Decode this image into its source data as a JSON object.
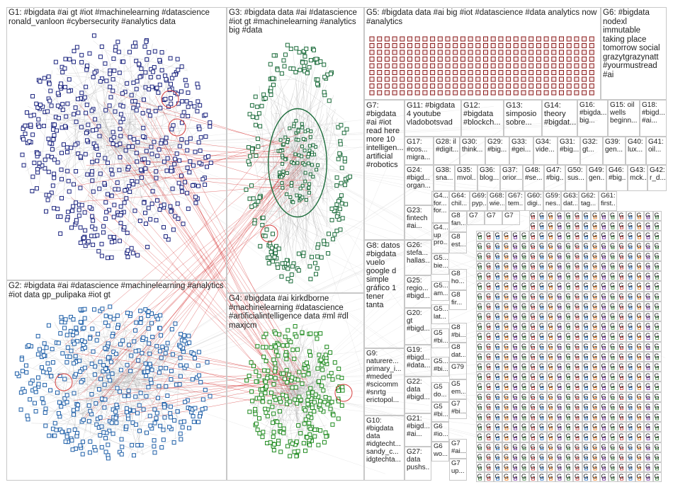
{
  "groups": {
    "G1": "G1: #bigdata #ai gt #iot #machinelearning #datascience ronald_vanloon #cybersecurity #analytics data",
    "G2": "G2: #bigdata #ai #datascience #machinelearning #analytics #iot data gp_pulipaka #iot gt",
    "G3": "G3: #bigdata data #ai #datascience #iot gt #machinelearning #analytics big #data",
    "G4": "G4: #bigdata #ai kirkdborne #machinelearning #datascience #artificialintelligence data #ml #dl maxjcm",
    "G5": "G5: #bigdata data #ai big #iot #datascience #data analytics now #analytics",
    "G6": "G6: #bigdata\nnodexl immutable\ntaking place\ntomorrow social\ngrazytgrazynatt\n#yourmustread\n#ai",
    "G7": "G7:\n#bigdata\n#ai #iot\nread here\nmore 10\nintelligen...\nartificial\n#robotics",
    "G8": "G8: datos\n#bigdata\nvuelo\ngoogle d\nsimple\ngráfico 1\ntener tanta",
    "G9": "G9:\nnaturere...\nprimary_i...\n#meded\n#scicomm\n#snrtg\nerictopol...",
    "G10": "G10:\n#bigdata\ndata\n#idgtecht...\nsandy_c...\nidgtechta...",
    "G11": "G11: #bigdata\n4 youtube\nvladobotsvad",
    "G12": "G12:\n#bigdata\n#blockch...",
    "G13": "G13:\nsimposio\nsobre...",
    "G14": "G14:\ntheory\n#bigdat...",
    "G15": "G15: oil\nwells\nbeginn...",
    "G16": "G16:\n#bigda...\nbig...",
    "G17": "G17:\n#cos...\nmigra...",
    "G18": "G18:\n#bigd...\n#ai...",
    "G19": "G19:\n#bigd...\n#data...",
    "G20": "G20:\ngt\n#bigd...",
    "G21": "G21:\n#bigd...\n#ai...",
    "G22": "G22:\ndata\n#bigd...",
    "G23": "G23:\nfintech\n#ai...",
    "G24": "G24:\n#bigd...\norgan...",
    "G25": "G25:\nregio...\n#bigd...",
    "G26": "G26:\nstefa...\nhallas...",
    "G27": "G27:\ndata\npushs...",
    "G28": "G28: il\n#digit...",
    "G29": "G29:\n#big...",
    "G30": "G30:\nthink...",
    "G31": "G31:\n#big...",
    "G32": "G32:\ngt...",
    "G33": "G33:\n#gei...",
    "G34": "G34:\nvide...",
    "G35": "G35:\nmvol...",
    "G36": "G36:\nblog...",
    "G37": "G37:\norior...",
    "G38": "G38:\nsna...",
    "G39": "G39:\ngen...",
    "G40": "G40:\nlux...",
    "G41": "G41:\noil...",
    "G42": "G42:\nr_d...",
    "G43": "G43:\nmck...",
    "G46": "G46:\n#big...",
    "G47": "G47:\n#big...",
    "G48": "G48:\n#se...",
    "G49": "G49:\ngen...",
    "G50": "G50:\nsus...",
    "G59": "G59:\nnes...",
    "G60": "G60:\ndigi...",
    "G61": "G61:\nfirst...",
    "G62": "G62:\ntag...",
    "G63": "G63:\ndat...",
    "G64": "G64:\nchil...",
    "G67": "G67:\ntem...",
    "G68": "G68:\nwie...",
    "G69": "G69:\npyp...",
    "G79": "G79"
  },
  "small_labels": [
    "G4...\nfor...\nfor...",
    "G4...\nup\npro...",
    "G8\nfan...",
    "G8\nest...",
    "G5...\nbie...",
    "G5...\nam...",
    "G8\nho...",
    "G8\nfir...",
    "G5...\nlat...",
    "G5\n#bi...",
    "G5...\n#bi...",
    "G5\ndo...",
    "G5\nem...",
    "G7\n#bi...",
    "G5\n#bi...",
    "G6\n#io...",
    "G6\nwo...",
    "G7\n#ai...",
    "G7\nup...",
    "G7",
    "G7",
    "G7",
    "G8\ndat...",
    "G8\n#bi..."
  ],
  "colors": {
    "g1": "#1a237e",
    "g2": "#1e5fa8",
    "g3": "#1b6b3a",
    "g4": "#1e8a1e",
    "g5": "#8a1a1a",
    "edge": "#9a9a9a",
    "edge_red": "#d01818",
    "border": "#c8c8c8"
  }
}
